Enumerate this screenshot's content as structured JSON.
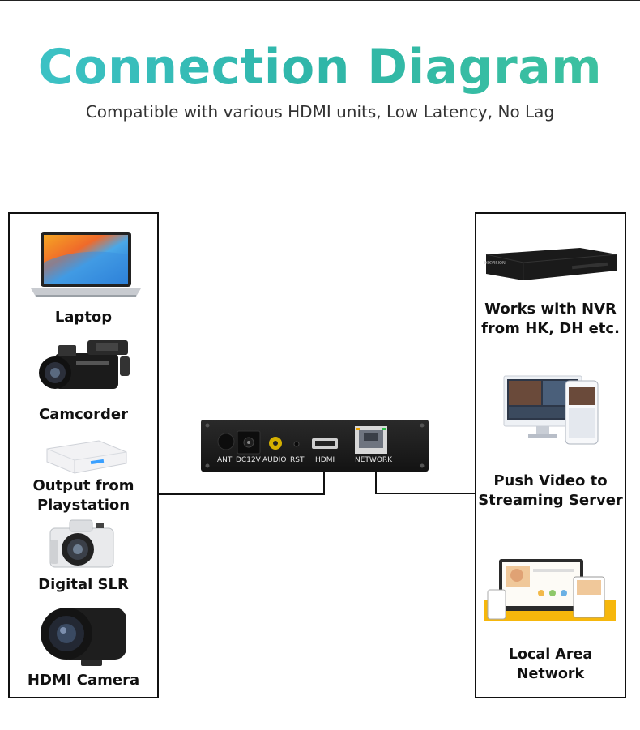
{
  "header": {
    "title": "Connection Diagram",
    "subtitle": "Compatible with various HDMI units, Low Latency, No Lag"
  },
  "inputs": [
    {
      "label": "Laptop",
      "icon": "laptop-icon"
    },
    {
      "label": "Camcorder",
      "icon": "camcorder-icon"
    },
    {
      "label": "Output from Playstation",
      "icon": "playstation-icon"
    },
    {
      "label": "Digital SLR",
      "icon": "dslr-camera-icon"
    },
    {
      "label": "HDMI Camera",
      "icon": "hdmi-camera-icon"
    }
  ],
  "outputs": [
    {
      "label": "Works with NVR from HK, DH etc.",
      "icon": "nvr-icon"
    },
    {
      "label": "Push Video to Streaming Server",
      "icon": "streaming-server-icon"
    },
    {
      "label": "Local Area Network",
      "icon": "local-area-network-icon"
    }
  ],
  "device": {
    "ports": {
      "ant": "ANT",
      "dc": "DC12V",
      "audio": "AUDIO",
      "rst": "RST",
      "hdmi": "HDMI",
      "network": "NETWORK"
    },
    "nvr_brand": "HIKVISION"
  },
  "colors": {
    "title_gradient_start": "#3ec3c9",
    "title_gradient_end": "#3ec39f",
    "line": "#111111",
    "device_body": "#1c1c1c"
  }
}
